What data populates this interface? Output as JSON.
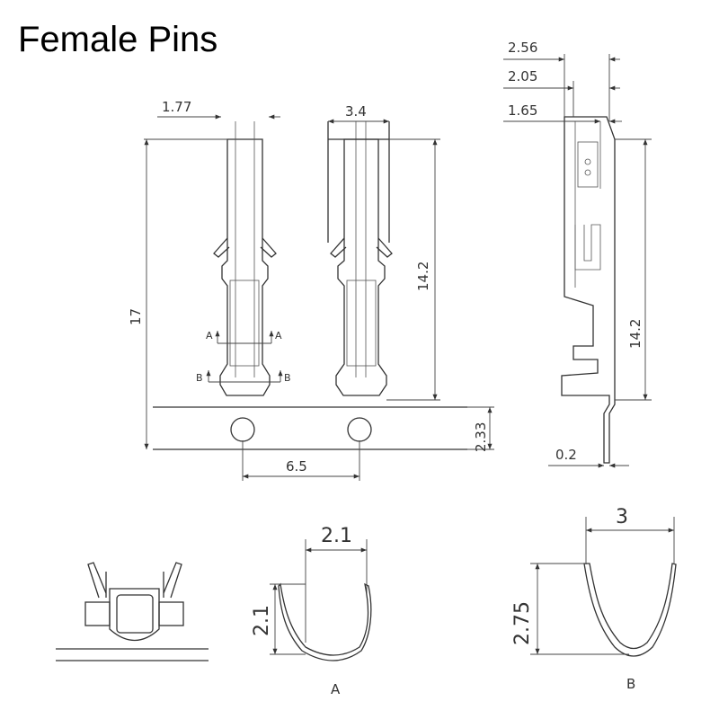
{
  "title": "Female Pins",
  "dimensions": {
    "d_1_77": "1.77",
    "d_3_4": "3.4",
    "d_17": "17",
    "d_14_2_front": "14.2",
    "d_2_33": "2.33",
    "d_6_5": "6.5",
    "d_2_56": "2.56",
    "d_2_05": "2.05",
    "d_1_65": "1.65",
    "d_14_2_side": "14.2",
    "d_0_2": "0.2",
    "d_2_1_w": "2.1",
    "d_2_1_h": "2.1",
    "d_3": "3",
    "d_2_75": "2.75"
  },
  "section_labels": {
    "a_left": "A",
    "a_right": "A",
    "b_left": "B",
    "b_right": "B",
    "section_a": "A",
    "section_b": "B"
  }
}
